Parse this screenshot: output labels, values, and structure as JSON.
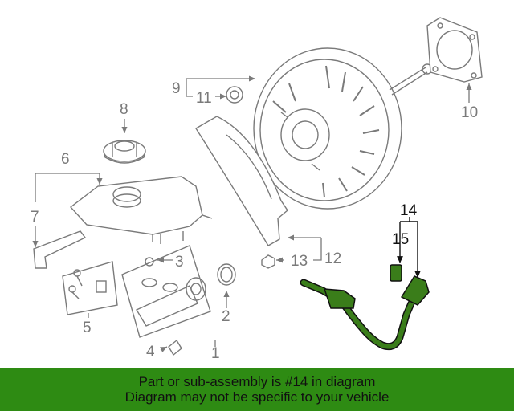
{
  "callouts": {
    "c1": "1",
    "c2": "2",
    "c3": "3",
    "c4": "4",
    "c5": "5",
    "c6": "6",
    "c7": "7",
    "c8": "8",
    "c9": "9",
    "c10": "10",
    "c11": "11",
    "c12": "12",
    "c13": "13",
    "c14": "14",
    "c15": "15"
  },
  "highlighted_part": "14",
  "colors": {
    "highlight": "#3a7d1a",
    "footer_bg": "#2e8b13",
    "line_art": "#7a7a7a"
  },
  "footer": {
    "line1": "Part or sub-assembly is #14 in diagram",
    "line2": "Diagram may not be specific to your vehicle"
  }
}
